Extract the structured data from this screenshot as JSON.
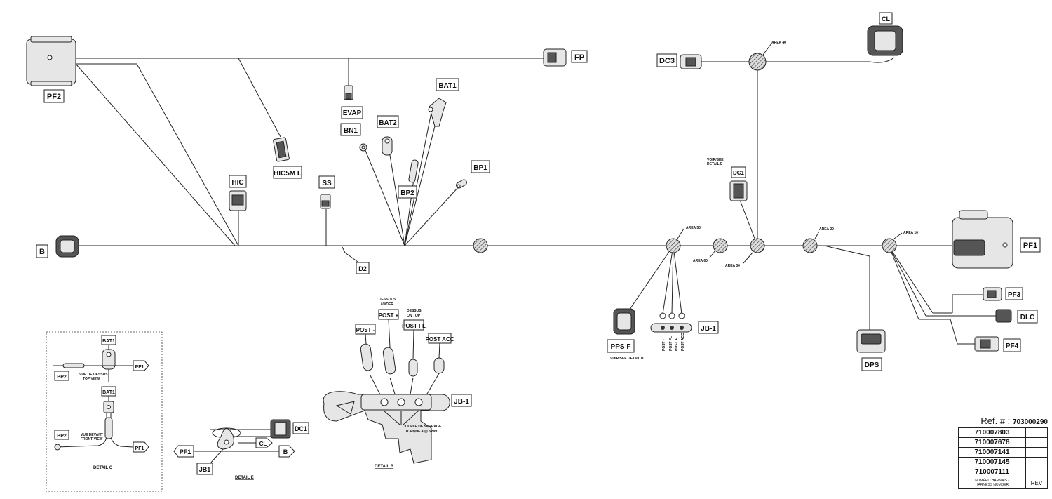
{
  "connectors": {
    "pf2": "PF2",
    "fp": "FP",
    "evap": "EVAP",
    "bat1": "BAT1",
    "bat2": "BAT2",
    "bn1": "BN1",
    "hic5m": "HIC5M L",
    "hic": "HIC",
    "ss": "SS",
    "bp1": "BP1",
    "bp2": "BP2",
    "b": "B",
    "d2": "D2",
    "dc3": "DC3",
    "cl": "CL",
    "dc1": "DC1",
    "pf1": "PF1",
    "pf3": "PF3",
    "dlc": "DLC",
    "pf4": "PF4",
    "dps": "DPS",
    "pps": "PPS F",
    "jb1": "JB-1"
  },
  "areas": {
    "a40": "AREA 40",
    "a50": "AREA 50",
    "a60": "AREA 60",
    "a30": "AREA 30",
    "a20": "AREA 20",
    "a10": "AREA 10"
  },
  "notes": {
    "see_detail_e_1": "VOIR/SEE",
    "see_detail_e_2": "DETAIL E",
    "see_detail_b": "VOIR/SEE DETAIL B",
    "post_minus_v": "POST -",
    "post_fl_v": "POST FL",
    "post_plus_v": "POST +",
    "post_acc_v": "POST ACC"
  },
  "detail_b": {
    "dessus_under_1": "DESSOUS",
    "dessus_under_2": "UNDER",
    "dessus_ontop_1": "DESSUS",
    "dessus_ontop_2": "ON TOP",
    "post_minus": "POST -",
    "post_plus": "POST +",
    "post_fl": "POST FL",
    "post_acc": "POST ACC",
    "jb1": "JB-1",
    "torque_1": "COUPLE DE SERRAGE",
    "torque_2": "TORQUE 4 @ 6 Nm",
    "caption": "DETAIL B"
  },
  "detail_c": {
    "bat1_top": "BAT1",
    "pf1_top": "PF1",
    "bp2_top": "BP2",
    "top_view_1": "VUE DE DESSUS",
    "top_view_2": "TOP VIEW",
    "bat1_front": "BAT1",
    "bp2_front": "BP2",
    "front_view_1": "VUE DEVANT",
    "front_view_2": "FRONT VIEW",
    "pf1_front": "PF1",
    "caption": "DETAIL C"
  },
  "detail_e": {
    "dc1": "DC1",
    "cl": "CL",
    "pf1": "PF1",
    "b": "B",
    "jb1": "JB1",
    "caption": "DETAIL E"
  },
  "reference": {
    "title": "Ref. # :",
    "ref_number": "703000290",
    "harness_numbers": [
      "710007803",
      "710007678",
      "710007141",
      "710007145",
      "710007111"
    ],
    "footer_1": "NUMÉRO HARNAIS /",
    "footer_2": "HARNESS NUMBER",
    "rev_label": "REV"
  }
}
